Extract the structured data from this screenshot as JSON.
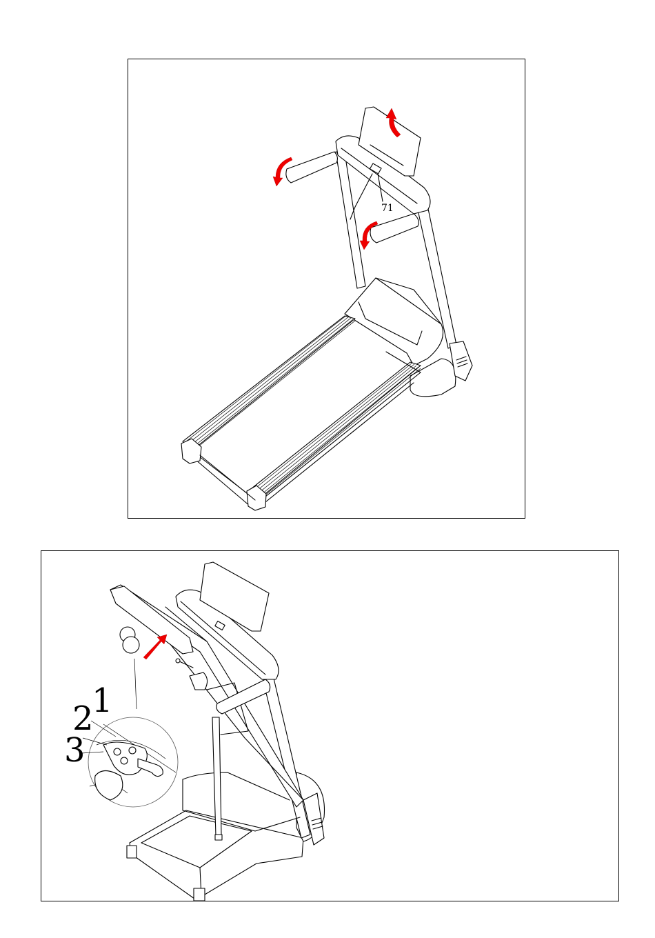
{
  "figure_top": {
    "callouts": [
      {
        "label": "71"
      }
    ],
    "arrows": [
      "console-fold-arrow",
      "left-handrail-arrow",
      "right-handrail-arrow"
    ]
  },
  "figure_bottom": {
    "callouts": [
      {
        "label": "1"
      },
      {
        "label": "2"
      },
      {
        "label": "3"
      }
    ],
    "arrows": [
      "lift-arrow"
    ]
  },
  "colors": {
    "arrow": "#ee0000",
    "line": "#000000"
  }
}
